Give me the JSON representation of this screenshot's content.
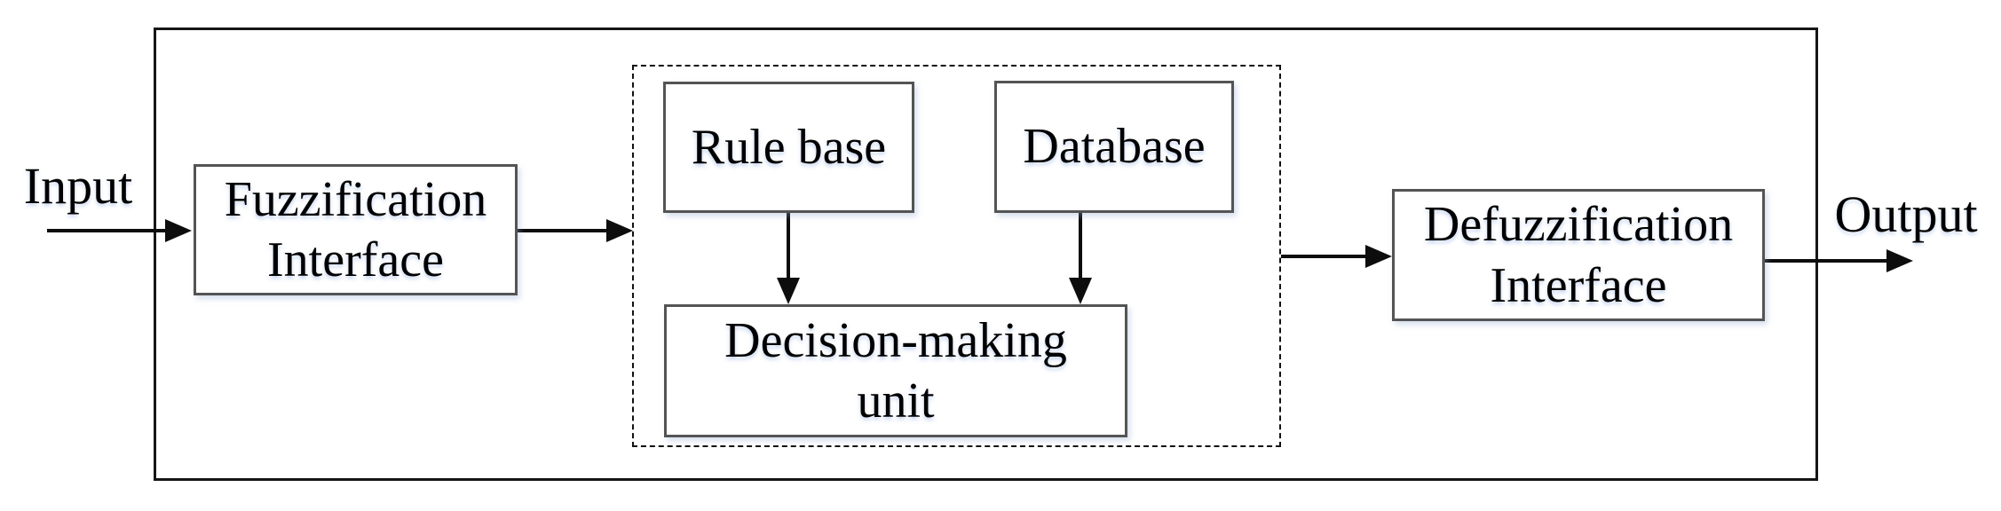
{
  "diagram": {
    "type": "block-diagram",
    "subject": "fuzzy inference system",
    "nodes": {
      "input_label": "Input",
      "fuzzification": "Fuzzification\nInterface",
      "rule_base": "Rule base",
      "database": "Database",
      "decision_making": "Decision-making\nunit",
      "defuzzification": "Defuzzification\nInterface",
      "output_label": "Output"
    },
    "groups": {
      "knowledge_group": {
        "style": "dashed",
        "contains": [
          "rule_base",
          "database",
          "decision_making"
        ]
      },
      "system_boundary": {
        "style": "solid",
        "contains": [
          "fuzzification",
          "knowledge_group",
          "defuzzification"
        ]
      }
    },
    "edges": [
      {
        "from": "input",
        "to": "fuzzification",
        "direction": "right"
      },
      {
        "from": "fuzzification",
        "to": "knowledge_group",
        "direction": "right"
      },
      {
        "from": "rule_base",
        "to": "decision_making",
        "direction": "down"
      },
      {
        "from": "database",
        "to": "decision_making",
        "direction": "down"
      },
      {
        "from": "knowledge_group",
        "to": "defuzzification",
        "direction": "right"
      },
      {
        "from": "defuzzification",
        "to": "output",
        "direction": "right"
      }
    ],
    "colors": {
      "background": "#ffffff",
      "line": "#0d0d0d",
      "outer_border": "#161616",
      "box_border": "#545454",
      "box_fill": "#ffffff",
      "text": "#000000",
      "text_glow": "rgba(140,170,225,0.5)"
    }
  }
}
